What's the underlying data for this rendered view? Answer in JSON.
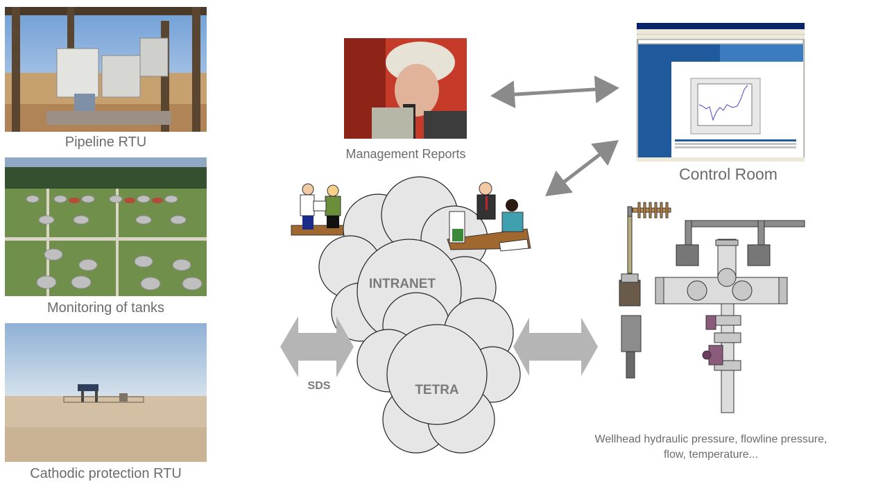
{
  "captions": {
    "pipeline_rtu": "Pipeline RTU",
    "monitoring_tanks": "Monitoring of tanks",
    "cathodic_rtu": "Cathodic protection RTU",
    "management_reports": "Management Reports",
    "control_room": "Control Room",
    "wellhead_line1": "Wellhead hydraulic pressure, flowline pressure,",
    "wellhead_line2": "flow, temperature..."
  },
  "network": {
    "intranet": "INTRANET",
    "tetra": "TETRA",
    "sds": "SDS"
  },
  "colors": {
    "arrow": "#8a8a8a",
    "thick_arrow": "#b5b5b5",
    "cloud_fill": "#e6e6e6",
    "cloud_stroke": "#222222",
    "caption": "#6b6b6b",
    "browser_blue": "#1e5a9c"
  }
}
